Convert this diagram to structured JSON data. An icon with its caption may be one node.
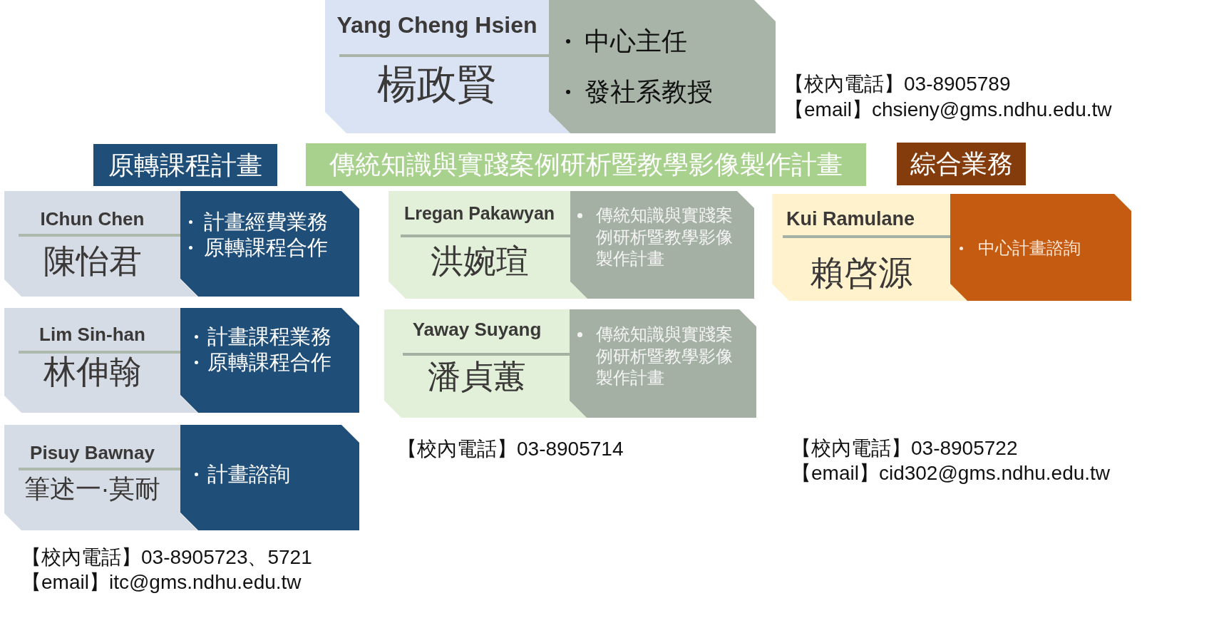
{
  "diagram": {
    "nodes": [
      {
        "text": [
          "Yang Cheng Hsien",
          "楊政賢"
        ]
      },
      {
        "text": [
          "中心主任",
          "發社系教授"
        ]
      },
      {
        "text": [
          "原轉課程計畫"
        ]
      },
      {
        "text": [
          "傳統知識與實踐案例研析暨教學影像製作計畫"
        ]
      },
      {
        "text": [
          "綜合業務"
        ]
      },
      {
        "text": [
          "IChun Chen",
          "陳怡君"
        ]
      },
      {
        "text": [
          "計畫經費業務",
          "原轉課程合作"
        ]
      },
      {
        "text": [
          "Lregan Pakawyan",
          "洪婉瑄"
        ]
      },
      {
        "text": [
          "傳統知識與實踐案例研析暨教學影像製作計畫"
        ]
      },
      {
        "text": [
          "Kui Ramulane",
          "賴啓源"
        ]
      },
      {
        "text": [
          "中心計畫諮詢"
        ]
      },
      {
        "text": [
          "Lim Sin-han",
          "林伸翰"
        ]
      },
      {
        "text": [
          "計畫課程業務",
          "原轉課程合作"
        ]
      },
      {
        "text": [
          "Yaway Suyang",
          "潘貞蕙"
        ]
      },
      {
        "text": [
          "傳統知識與實踐案例研析暨教學影像製作計畫"
        ]
      },
      {
        "text": [
          "Pisuy Bawnay",
          "筆述一·莫耐"
        ]
      },
      {
        "text": [
          "計畫諮詢"
        ]
      }
    ],
    "labels": [
      "【校內電話】03-8905789",
      "【email】chsieny@gms.ndhu.edu.tw",
      "【校內電話】03-8905714",
      "【校內電話】03-8905722",
      "【email】cid302@gms.ndhu.edu.tw",
      "【校內電話】03-8905723、5721",
      "【email】itc@gms.ndhu.edu.tw"
    ]
  }
}
